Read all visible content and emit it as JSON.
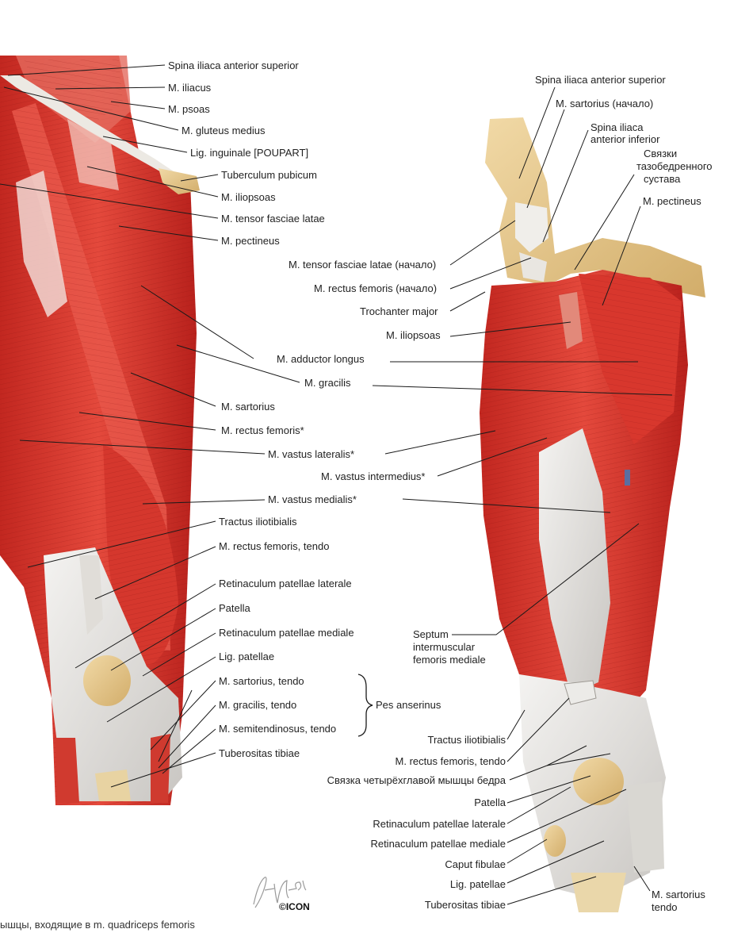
{
  "left_labels": [
    "Spina iliaca anterior superior",
    "M. iliacus",
    "M. psoas",
    "M. gluteus medius",
    "Lig. inguinale [POUPART]",
    "Tuberculum pubicum",
    "M. iliopsoas",
    "M. tensor fasciae latae",
    "M. pectineus",
    "M. adductor longus",
    "M. gracilis",
    "M. sartorius",
    "M. rectus femoris*",
    "M. vastus lateralis*",
    "M. vastus intermedius*",
    "M. vastus medialis*",
    "Tractus iliotibialis",
    "M. rectus femoris, tendo",
    "Retinaculum patellae laterale",
    "Patella",
    "Retinaculum patellae mediale",
    "Lig. patellae",
    "M. sartorius, tendo",
    "M. gracilis, tendo",
    "M. semitendinosus, tendo",
    "Tuberositas tibiae"
  ],
  "pes_anserinus": "Pes anserinus",
  "right_labels_top": [
    "Spina iliaca anterior superior",
    "M. sartorius (начало)",
    "Spina iliaca",
    "anterior inferior",
    "Связки",
    "тазобедренного",
    "сустава",
    "M. pectineus"
  ],
  "right_labels_mid": [
    "M. tensor fasciae latae (начало)",
    "M. rectus femoris (начало)",
    "Trochanter major",
    "M. iliopsoas"
  ],
  "septum": [
    "Septum",
    "intermuscular",
    "femoris mediale"
  ],
  "right_labels_bottom": [
    "Tractus iliotibialis",
    "M. rectus femoris, tendo",
    "Связка четырёхглавой мышцы бедра",
    "Patella",
    "Retinaculum patellae laterale",
    "Retinaculum patellae mediale",
    "Caput fibulae",
    "Lig. patellae",
    "Tuberositas tibiae"
  ],
  "sartorius_tendo": [
    "M. sartorius",
    "tendo"
  ],
  "signature": "f. Netter",
  "logo": "ICON",
  "caption": "ышцы, входящие в m. quadriceps femoris",
  "colors": {
    "muscle": "#d9342b",
    "muscle_dark": "#b51f1c",
    "muscle_light": "#ef7a6c",
    "tendon": "#e8e6e2",
    "bone": "#e7c98e",
    "leader": "#1a1a1a"
  }
}
